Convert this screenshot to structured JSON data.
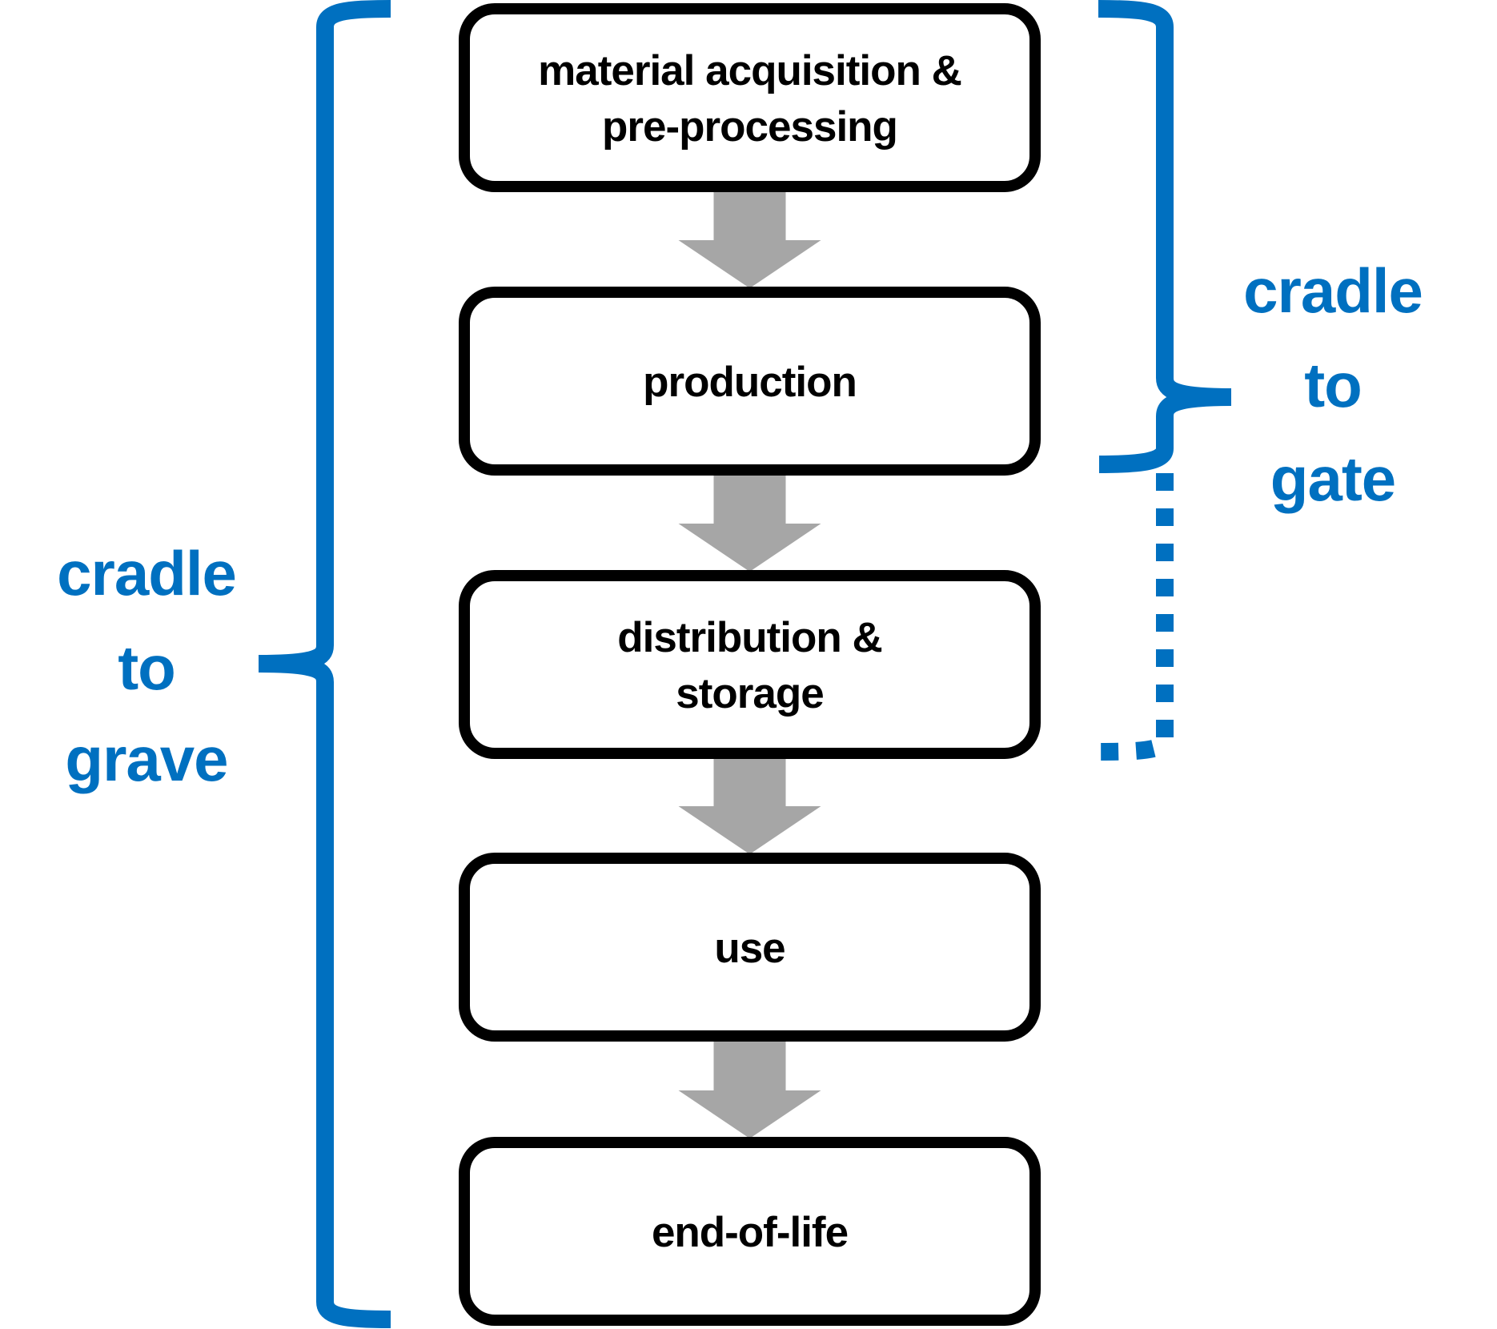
{
  "diagram": {
    "title": "Life cycle stages and assessment scopes",
    "colors": {
      "scope": "#0070C0",
      "arrow": "#A6A6A6",
      "box_border": "#000000",
      "box_fill": "#FFFFFF",
      "text": "#000000"
    },
    "stages": [
      {
        "id": "material-acquisition",
        "lines": [
          "material acquisition &",
          "pre-processing"
        ]
      },
      {
        "id": "production",
        "lines": [
          "production"
        ]
      },
      {
        "id": "distribution-storage",
        "lines": [
          "distribution &",
          "storage"
        ]
      },
      {
        "id": "use",
        "lines": [
          "use"
        ]
      },
      {
        "id": "end-of-life",
        "lines": [
          "end-of-life"
        ]
      }
    ],
    "flows": [
      {
        "from": "material-acquisition",
        "to": "production"
      },
      {
        "from": "production",
        "to": "distribution-storage"
      },
      {
        "from": "distribution-storage",
        "to": "use"
      },
      {
        "from": "use",
        "to": "end-of-life"
      }
    ],
    "scopes": [
      {
        "id": "cradle-to-grave",
        "lines": [
          "cradle",
          "to",
          "grave"
        ],
        "side": "left",
        "spans": [
          "material-acquisition",
          "end-of-life"
        ]
      },
      {
        "id": "cradle-to-gate",
        "lines": [
          "cradle",
          "to",
          "gate"
        ],
        "side": "right",
        "spans": [
          "material-acquisition",
          "production"
        ],
        "optional_extension": "distribution-storage"
      }
    ]
  }
}
